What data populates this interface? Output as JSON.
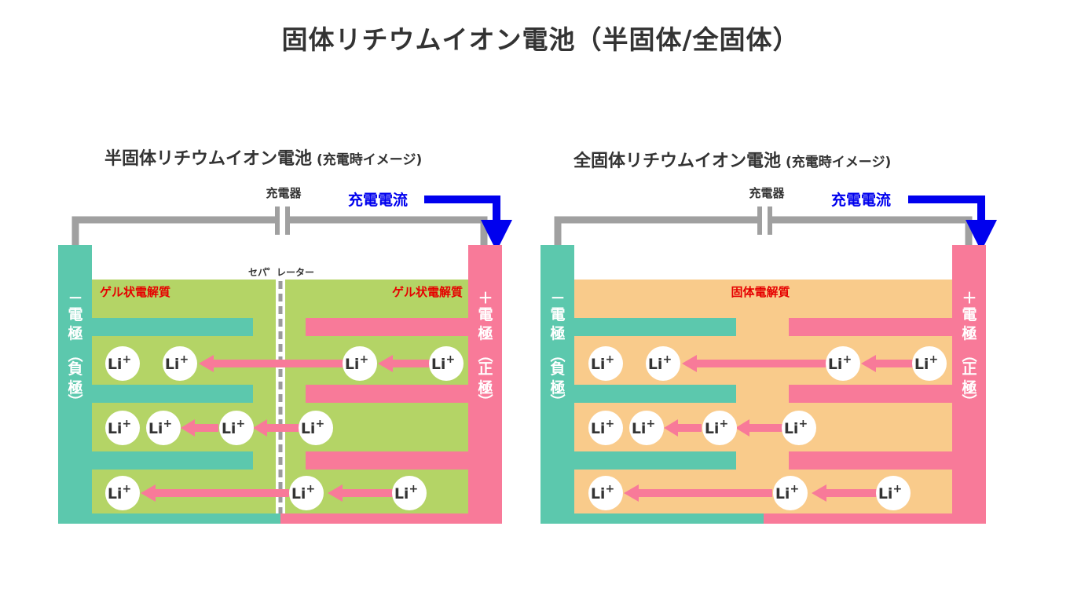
{
  "title": "固体リチウムイオン電池（半固体/全固体）",
  "colors": {
    "negative": "#5cc8ad",
    "positive": "#f87a99",
    "gel": "#b4d466",
    "solid": "#f9cb8b",
    "wire": "#a0a0a0",
    "current": "#0000ee",
    "electrolyte_label": "#e60000"
  },
  "panels": [
    {
      "title_main": "半固体リチウムイオン電池",
      "title_sub": "(充電時イメージ)",
      "charger": "充電器",
      "current": "充電電流",
      "separator": "セパ゜レーター",
      "electrolyte_left": "ゲル状電解質",
      "electrolyte_right": "ゲル状電解質",
      "neg_sign": "－",
      "neg_label": [
        "電",
        "極",
        "（",
        "負",
        "極",
        "）"
      ],
      "pos_sign": "＋",
      "pos_label": [
        "電",
        "極",
        "（",
        "正",
        "極",
        "）"
      ],
      "ion": "Li"
    },
    {
      "title_main": "全固体リチウムイオン電池",
      "title_sub": "(充電時イメージ)",
      "charger": "充電器",
      "current": "充電電流",
      "electrolyte_center": "固体電解質",
      "neg_sign": "－",
      "neg_label": [
        "電",
        "極",
        "（",
        "負",
        "極",
        "）"
      ],
      "pos_sign": "＋",
      "pos_label": [
        "電",
        "極",
        "（",
        "正",
        "極",
        "）"
      ],
      "ion": "Li"
    }
  ]
}
